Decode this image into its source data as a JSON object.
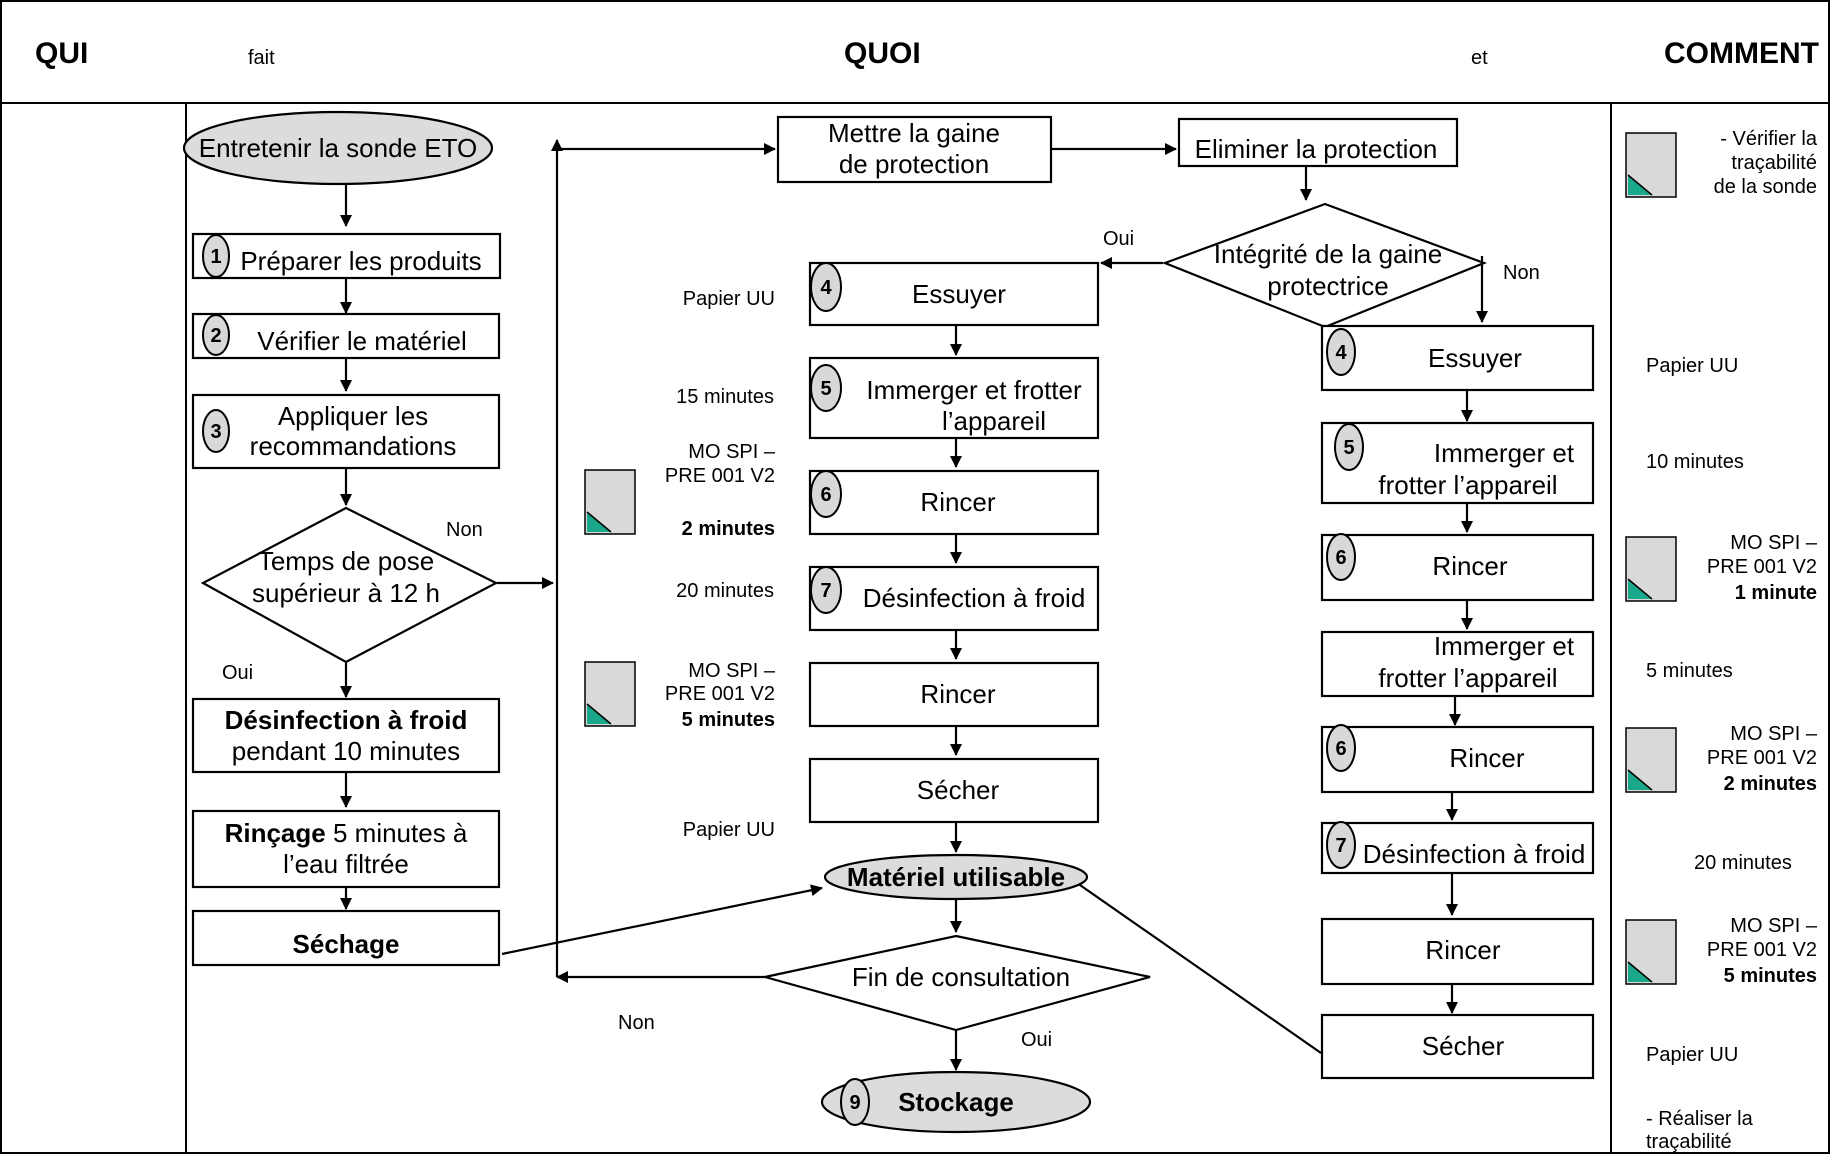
{
  "header": {
    "qui": "QUI",
    "fait": "fait",
    "quoi": "QUOI",
    "et": "et",
    "comment": "COMMENT"
  },
  "nodes": {
    "start": "Entretenir la sonde ETO",
    "prep": "Préparer les produits",
    "verif": "Vérifier le matériel",
    "appl1": "Appliquer les",
    "appl2": "recommandations",
    "temps1": "Temps de pose",
    "temps2": "supérieur à 12 h",
    "desinf_b": "Désinfection à froid",
    "desinf_r": "pendant 10 minutes",
    "rinc_b": "Rinçage",
    "rinc_r": " 5 minutes à",
    "rinc_2": "l’eau filtrée",
    "sechage": "Séchage",
    "gaine1": "Mettre la gaine",
    "gaine2": "de protection",
    "elim": "Eliminer la protection",
    "integ1": "Intégrité de la gaine",
    "integ2": "protectrice",
    "m_essuyer": "Essuyer",
    "m_immerger1": "Immerger et frotter",
    "m_immerger2": "l’appareil",
    "m_rincer1": "Rincer",
    "m_desinf": "Désinfection à froid",
    "m_rincer2": "Rincer",
    "m_secher": "Sécher",
    "materiel": "Matériel utilisable",
    "fin": "Fin de consultation",
    "stockage": "Stockage",
    "r_essuyer": "Essuyer",
    "r_immerger1a": "Immerger et",
    "r_immerger1b": "frotter l’appareil",
    "r_rincer1": "Rincer",
    "r_immerger2a": "Immerger et",
    "r_immerger2b": "frotter l’appareil",
    "r_rincer2": "Rincer",
    "r_desinf": "Désinfection à froid",
    "r_rincer3": "Rincer",
    "r_secher": "Sécher"
  },
  "badges": {
    "b1": "1",
    "b2": "2",
    "b3": "3",
    "b4": "4",
    "b5": "5",
    "b6": "6",
    "b7": "7",
    "b9": "9",
    "rb4": "4",
    "rb5": "5",
    "rb6a": "6",
    "rb6b": "6",
    "rb7": "7"
  },
  "edge_labels": {
    "non_temps": "Non",
    "oui_temps": "Oui",
    "oui_integ": "Oui",
    "non_integ": "Non",
    "non_fin": "Non",
    "oui_fin": "Oui"
  },
  "mid_annotations": {
    "papier1": "Papier UU",
    "min15": "15 minutes",
    "mo1a": "MO SPI –",
    "mo1b": "PRE 001 V2",
    "mo1c": "2 minutes",
    "min20": "20 minutes",
    "mo2a": "MO SPI –",
    "mo2b": "PRE 001 V2",
    "mo2c": "5 minutes",
    "papier2": "Papier UU"
  },
  "comment_column": {
    "verif1": "- Vérifier la",
    "verif2": "traçabilité",
    "verif3": "de la sonde",
    "papier": "Papier UU",
    "min10": "10  minutes",
    "mo1a": "MO SPI –",
    "mo1b": "PRE 001 V2",
    "mo1c": "1 minute",
    "min5": "5  minutes",
    "mo2a": "MO SPI –",
    "mo2b": "PRE 001 V2",
    "mo2c": "2 minutes",
    "min20": "20 minutes",
    "mo3a": "MO SPI –",
    "mo3b": "PRE 001 V2",
    "mo3c": "5 minutes",
    "papier2": "Papier UU",
    "real1": "- Réaliser la",
    "real2": "traçabilité"
  },
  "colors": {
    "node_fill": "#dcdcdc",
    "doc_icon_fill": "#d9d9d9",
    "doc_icon_corner": "#1aa88a"
  },
  "icons": [
    "document-icon"
  ]
}
